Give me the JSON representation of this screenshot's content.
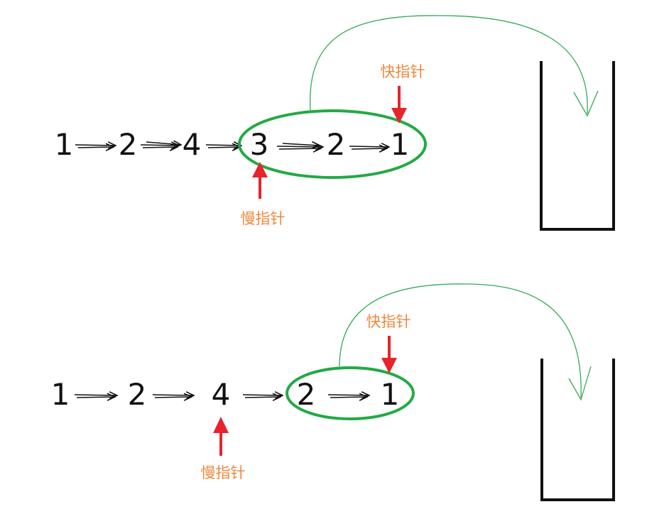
{
  "colors": {
    "ink": "#111111",
    "pointer": "#e8232c",
    "label": "#f0873c",
    "ellipse": "#22aa44",
    "curve": "#33aa55"
  },
  "top": {
    "nodes": [
      "1",
      "2",
      "4",
      "3",
      "2",
      "1"
    ],
    "fast_label": "快指针",
    "slow_label": "慢指针"
  },
  "bottom": {
    "nodes": [
      "1",
      "2",
      "4",
      "2",
      "1"
    ],
    "fast_label": "快指针",
    "slow_label": "慢指针"
  }
}
